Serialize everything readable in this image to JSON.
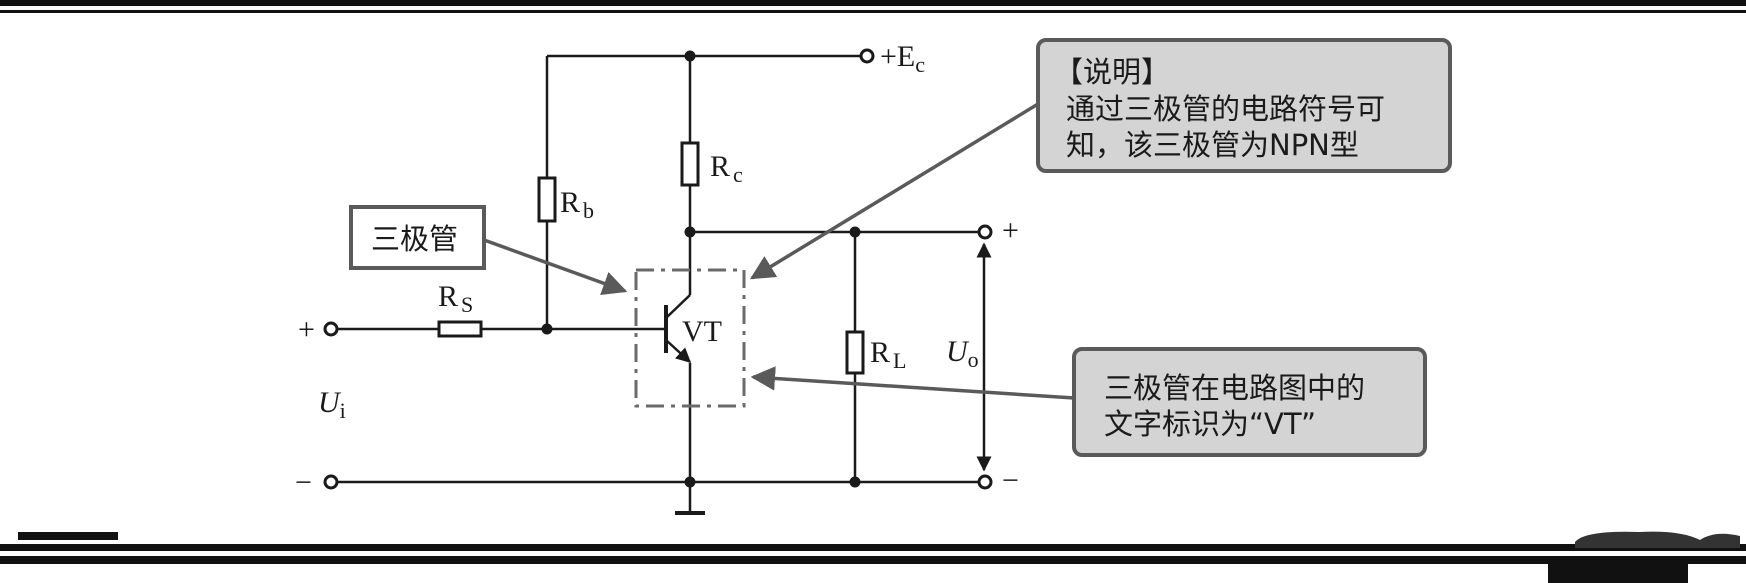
{
  "labels": {
    "supply": "+E",
    "supply_sub": "c",
    "rc": "R",
    "rc_sub": "c",
    "rb": "R",
    "rb_sub": "b",
    "rs": "R",
    "rs_sub": "S",
    "rl": "R",
    "rl_sub": "L",
    "vt": "VT",
    "ui": "U",
    "ui_sub": "i",
    "uo": "U",
    "uo_sub": "o",
    "plus_in": "+",
    "minus_in": "−",
    "plus_out": "+",
    "minus_out": "−"
  },
  "callouts": {
    "transistor_label": "三极管",
    "note_title": "【说明】",
    "note_line1": "通过三极管的电路符号可",
    "note_line2": "知，该三极管为NPN型",
    "vt_line1": "三极管在电路图中的",
    "vt_line2": "文字标识为“VT”"
  },
  "colors": {
    "callout_fill": "#d4d4d4",
    "callout_border": "#5a5a5a",
    "wire": "#1a1a1a",
    "arrow": "#5a5a5a"
  }
}
